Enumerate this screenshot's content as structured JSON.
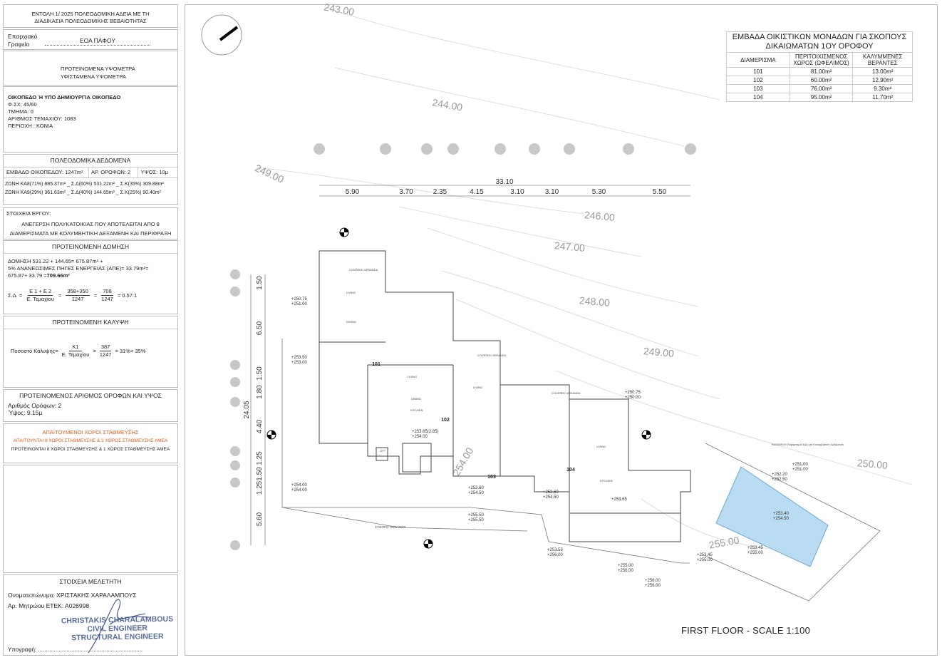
{
  "sidebar": {
    "header_line1": "ΕΝΤΟΛΗ 1/ 2025  ΠΟΛΕΟΔΟΜΙΚΗ ΑΔΕΙΑ ΜΕ ΤΗ",
    "header_line2": "ΔΙΑΔΙΚΑΣΙΑ ΠΟΛΕΟΔΟΜΙΚΗΣ ΒΕΒΑΙΟΤΗΤΑΣ",
    "office_label_1": "Επαρχιακό",
    "office_label_2": "Γραφείο",
    "office_value": "ΕΟΑ ΠΑΦΟΥ",
    "legend_proposed": "ΠΡΟΤΕΙΝΟΜΕΝΑ ΥΨΟΜΕΤΡΑ",
    "legend_existing": "ΥΦΙΣΤΑΜΕΝΑ ΥΨΟΜΕΤΡΑ",
    "plot_title": "ΟΙΚΟΠΕΔΟ Ή ΥΠΟ ΔΗΜΙΟΥΡΓΙΑ ΟΙΚΟΠΕΔΟ",
    "plot_sheet": "Φ.ΣΧ: 45/60",
    "plot_section": "ΤΜΗΜΑ: 0",
    "plot_number": "ΑΡΙΘΜΟΣ ΤΕΜΑΧΙΟΥ: 1083",
    "plot_area": "ΠΕΡΙΟΧΗ : ΚΟΝΙΑ",
    "planning_title": "ΠΟΛΕΟΔΟΜΙΚΑ ΔΕΔΟΜΕΝΑ",
    "planning_area": "ΕΜΒΑΔΟ ΟΙΚΟΠΕΔΟΥ: 1247m²",
    "planning_floors": "ΑΡ. ΟΡΟΦΩΝ: 2",
    "planning_height": "ΥΨΟΣ: 10μ",
    "planning_zone1": "ΖΩΝΗ ΚΑ8(71%) 885.37m² _ Σ.Δ(60%) 531.22m² _ Σ.Κ(35%) 309.88m²",
    "planning_zone2": "ΖΩΝΗ ΚΑ9(29%) 361.63m² _ Σ.Δ(40%) 144.65m² _ Σ.Κ(25%) 90.40m²",
    "project_title": "ΣΤΟΙΧΕΙΑ ΕΡΓΟΥ:",
    "project_line1": "ΑΝΕΓΕΡΣΗ ΠΟΛΥΚΑΤΟΙΚΙΑΣ ΠΟΥ ΑΠΟΤΕΛΕΙΤΑΙ ΑΠΟ 8",
    "project_line2": "ΔΙΑΜΕΡΙΣΜΑΤΑ ΜΕ ΚΟΛΥΜΒΗΤΙΚΗ ΔΕΞΑΜΕΝΗ ΚΑΙ ΠΕΡΙΦΡΑΞΗ",
    "build_title": "ΠΡΟΤΕΙΝΟΜΕΝΗ ΔΟΜΗΣΗ",
    "build_line1": "ΔΟΜΗΣΗ 531.22 + 144.65= 675.87m² +",
    "build_line2": "5% ΑΝΑΝΕΩΣΙΜΕΣ ΠΗΓΕΣ ΕΝΕΡΓΕΙΑΣ (ΑΠΕ)= 33.79m²=",
    "build_line3_a": "675.87+ 33.79 =",
    "build_line3_b": "709.66m²",
    "sd_label": "Σ.Δ. =",
    "sd_num1": "Ε 1 + Ε 2",
    "sd_den1": "Ε. Τεμαχίου",
    "sd_eq": "=",
    "sd_num2": "358+350",
    "sd_den2": "1247",
    "sd_num3": "708",
    "sd_den3": "1247",
    "sd_result": "= 0.57:1",
    "cover_title": "ΠΡΟΤΕΙΝΟΜΕΝΗ ΚΑΛΥΨΗ",
    "cover_label": "Ποσοστό Κάλυψης=",
    "cover_num1": "Κ1",
    "cover_den1": "Ε. Τεμαχίου",
    "cover_num2": "387",
    "cover_den2": "1247",
    "cover_result": "= 31%< 35%",
    "floors_title": "ΠΡΟΤΕΙΝΟΜΕΝΟΣ ΑΡΙΘΜΟΣ ΟΡΟΦΩΝ ΚΑΙ ΥΨΟΣ",
    "floors_count": "Αριθμός Ορόφων:  2",
    "floors_height": "Ύψος:  9.15μ",
    "parking_title": "ΑΠΑΙΤΟΥΜΕΝΟΙ ΧΩΡΟΙ ΣΤΑΘΜΕΥΣΗΣ",
    "parking_required": "ΑΠΑΙΤΟΥΝΤΑΙ 8 ΧΩΡΟΙ ΣΤΑΘΜΕΥΣΗΣ & 1 ΧΩΡΟΣ ΣΤΑΘΜΕΥΣΗΣ ΑΜΕΑ",
    "parking_proposed": "ΠΡΟΤΕΙΝΟΝΤΑΙ 8 ΧΩΡΟΙ ΣΤΑΘΜΕΥΣΗΣ & 1 ΧΩΡΟΣ ΣΤΑΘΜΕΥΣΗΣ ΑΜΕΑ",
    "study_title": "ΣΤΟΙΧΕΙΑ ΜΕΛΕΤΗΤΗ",
    "study_name": "Ονοματεπώνυμο: ΧΡΙΣΤΑΚΗΣ ΧΑΡΑΛΑΜΠΟΥΣ",
    "study_reg": "Αρ. Μητρώου ΕΤΕΚ: Α026998",
    "study_signature": "Υπογραφή: ..................................................................",
    "stamp_line1": "CHRISTAKIS CHARALAMBOUS",
    "stamp_line2": "CIVIL ENGINEER",
    "stamp_line3": "STRUCTURAL ENGINEER"
  },
  "area_table": {
    "title_line1": "ΕΜΒΑΔΑ ΟΙΚΙΣΤΙΚΩΝ ΜΟΝΑΔΩΝ ΓΙΑ ΣΚΟΠΟΥΣ",
    "title_line2": "ΔΙΚΑΙΩΜΑΤΩΝ  1ΟΥ ΟΡΟΦΟΥ",
    "col1": "ΔΙΑΜΕΡΙΣΜΑ",
    "col2": "ΠΕΡΙΤΟΙΧΙΣΜΕΝΟΣ ΧΩΡΟΣ (ΩΦΕΛΙΜΟΣ)",
    "col3": "ΚΑΛΥΜΜΕΝΕΣ ΒΕΡΑΝΤΕΣ",
    "rows": [
      {
        "unit": "101",
        "enclosed": "81.00m²",
        "covered": "13.00m²"
      },
      {
        "unit": "102",
        "enclosed": "60.00m²",
        "covered": "12.90m²"
      },
      {
        "unit": "103",
        "enclosed": "76.00m²",
        "covered": "9.30m²"
      },
      {
        "unit": "104",
        "enclosed": "95.00m²",
        "covered": "11.70m²"
      }
    ]
  },
  "drawing": {
    "title": "FIRST FLOOR - SCALE 1:100",
    "total_width": "33.10",
    "top_dims": [
      "5.90",
      "3.70",
      "2.35",
      "4.15",
      "3.10",
      "3.10",
      "5.30",
      "5.50"
    ],
    "left_total": "24.05",
    "left_dims": [
      "1.50",
      "6.50",
      "1.50",
      "1.80",
      "4.40",
      "1.25",
      "1.50",
      "1.25",
      "5.60"
    ],
    "contours": [
      "243.00",
      "244.00",
      "249.00",
      "246.00",
      "247.00",
      "248.00",
      "249.00",
      "250.00",
      "255.00",
      "254.00"
    ],
    "units": [
      "101",
      "102",
      "103",
      "104"
    ],
    "boundary_label": "ΣΥΝΟΡΟ ΤΕΜΑΧΙΟΥ",
    "pool_label": "ΚΔΠ509/19 Παράρτημα 5(Δ) για Κολυμβητικές Δεξαμενές",
    "levels": [
      {
        "a": "+250.75",
        "b": "+251.00"
      },
      {
        "a": "+253.50",
        "b": "+253.00"
      },
      {
        "a": "+254.00",
        "b": "+254.00"
      },
      {
        "a": "+253.65(2.85)",
        "b": "+254.00"
      },
      {
        "a": "+253.60",
        "b": "+254.50"
      },
      {
        "a": "+255.50",
        "b": "+255.50"
      },
      {
        "a": "+253.60",
        "b": "+254.50"
      },
      {
        "a": "+253.55",
        "b": "+256.00"
      },
      {
        "a": "+255.00",
        "b": "+256.00"
      },
      {
        "a": "+256.00",
        "b": "+256.00"
      },
      {
        "a": "+253.45",
        "b": "+255.00"
      },
      {
        "a": "+253.45",
        "b": "+255.00"
      },
      {
        "a": "+250.75",
        "b": "+250.00"
      },
      {
        "a": "+251.00",
        "b": "+251.00"
      },
      {
        "a": "+252.20",
        "b": "+252.50"
      },
      {
        "a": "+253.40",
        "b": "+254.50"
      },
      {
        "a": "+253.65",
        "b": ""
      }
    ],
    "room_labels": [
      "LIVING",
      "DINING",
      "KITCHEN",
      "COVERED VERANDA",
      "LIFT"
    ],
    "pool_color": "#b9dcf2",
    "grid_color": "#c8c8c8"
  }
}
